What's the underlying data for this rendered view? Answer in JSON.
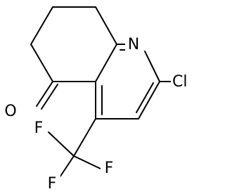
{
  "molecule": {
    "atoms": {
      "nitrogen": "N",
      "chlorine": "Cl",
      "oxygen": "O",
      "fluorine_top": "F",
      "fluorine_right": "F",
      "fluorine_bottom": "F"
    }
  }
}
